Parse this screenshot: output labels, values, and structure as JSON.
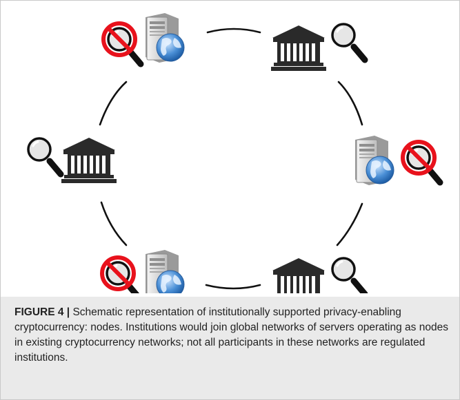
{
  "figure": {
    "label": "FIGURE 4 |",
    "caption": " Schematic representation of institutionally supported privacy-enabling cryptocurrency: nodes. Institutions would join global networks of servers operating as nodes in existing cryptocurrency networks; not all participants in these networks are regulated institutions."
  },
  "diagram": {
    "nodes": [
      {
        "position": "top-left",
        "icons": [
          "no-magnifier-icon",
          "server-globe-icon"
        ],
        "kind": "unregulated-server"
      },
      {
        "position": "top-right",
        "icons": [
          "institution-building-icon",
          "magnifier-icon"
        ],
        "kind": "regulated-institution"
      },
      {
        "position": "right",
        "icons": [
          "server-globe-icon",
          "no-magnifier-icon"
        ],
        "kind": "unregulated-server"
      },
      {
        "position": "bottom-right",
        "icons": [
          "institution-building-icon",
          "magnifier-icon"
        ],
        "kind": "regulated-institution"
      },
      {
        "position": "bottom-left",
        "icons": [
          "no-magnifier-icon",
          "server-globe-icon"
        ],
        "kind": "unregulated-server"
      },
      {
        "position": "left",
        "icons": [
          "magnifier-icon",
          "institution-building-icon"
        ],
        "kind": "regulated-institution"
      }
    ],
    "colors": {
      "prohibited": "#e8121c",
      "line": "#111111",
      "building": "#2a2a2a",
      "server": "#dcdcdc",
      "globe": "#3a7fc8"
    }
  }
}
